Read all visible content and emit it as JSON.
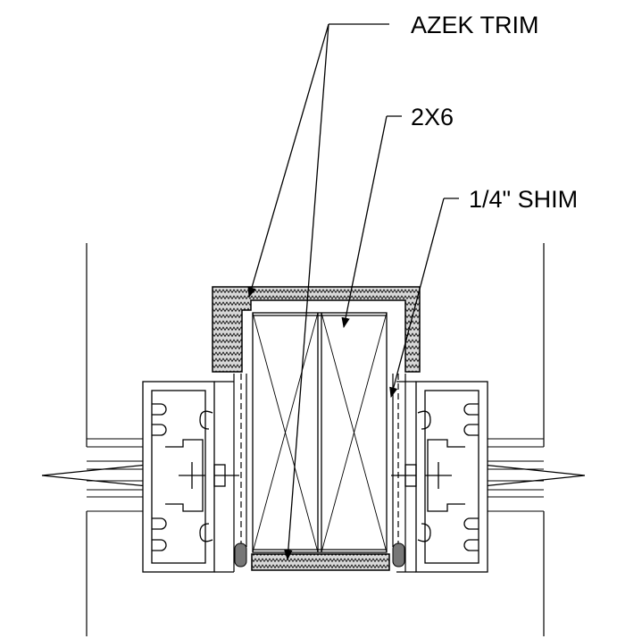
{
  "callouts": {
    "azek_trim": "AZEK TRIM",
    "two_by_six": "2X6",
    "shim": "1/4\" SHIM"
  },
  "colors": {
    "line": "#000000",
    "trim_fill": "#d8d8d8",
    "gasket_fill": "#777777",
    "background": "#ffffff"
  }
}
